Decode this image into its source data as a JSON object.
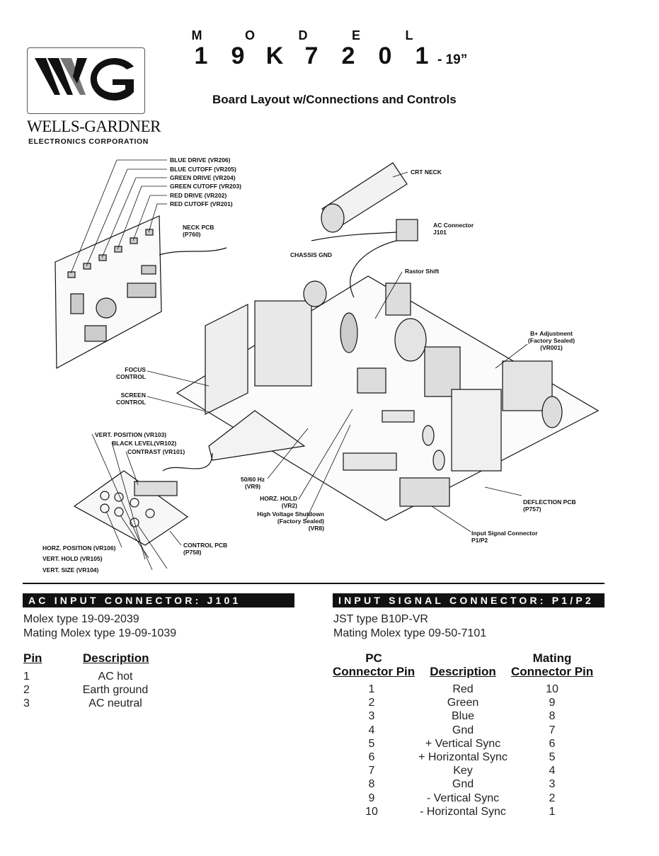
{
  "header": {
    "model_letters": [
      "M",
      "O",
      "D",
      "E",
      "L"
    ],
    "model_digits": [
      "1",
      "9",
      "K",
      "7",
      "2",
      "0",
      "1"
    ],
    "model_suffix": "- 19”",
    "title": "Board Layout w/Connections and Controls"
  },
  "company": {
    "name": "WELLS-GARDNER",
    "subtitle": "ELECTRONICS CORPORATION",
    "logo_lettering": "WG"
  },
  "diagram_labels": {
    "blue_drive": "BLUE DRIVE (VR206)",
    "blue_cutoff": "BLUE CUTOFF (VR205)",
    "green_drive": "GREEN DRIVE (VR204)",
    "green_cutoff": "GREEN CUTOFF (VR203)",
    "red_drive": "RED DRIVE (VR202)",
    "red_cutoff": "RED CUTOFF (VR201)",
    "neck_pcb": "NECK PCB\n(P760)",
    "crt_neck": "CRT NECK",
    "ac_connector": "AC Connector\nJ101",
    "chassis_gnd": "CHASSIS GND",
    "rastor_shift": "Rastor Shift",
    "b_plus": "B+ Adjustment\n(Factory Sealed)\n(VR001)",
    "focus": "FOCUS\nCONTROL",
    "screen": "SCREEN\nCONTROL",
    "vert_position": "VERT. POSITION (VR103)",
    "black_level": "BLACK LEVEL(VR102)",
    "contrast": "CONTRAST (VR101)",
    "hz": "50/60 Hz\n(VR9)",
    "horz_hold": "HORZ. HOLD\n(VR2)",
    "hv_shutdown": "High Voltage Shutdown\n(Factory Sealed)\n(VR8)",
    "deflection_pcb": "DEFLECTION PCB\n(P757)",
    "input_signal_connector": "Input Signal Connector\nP1/P2",
    "control_pcb": "CONTROL PCB\n(P758)",
    "horz_position": "HORZ. POSITION (VR106)",
    "vert_hold": "VERT. HOLD (VR105)",
    "vert_size": "VERT. SIZE (VR104)"
  },
  "ac_input": {
    "banner": "AC INPUT CONNECTOR: J101",
    "line1": "Molex type 19-09-2039",
    "line2": "Mating Molex type 19-09-1039",
    "headers": {
      "pin": "Pin",
      "description": "Description"
    },
    "rows": [
      {
        "pin": "1",
        "description": "AC hot"
      },
      {
        "pin": "2",
        "description": "Earth ground"
      },
      {
        "pin": "3",
        "description": "AC neutral"
      }
    ]
  },
  "input_signal": {
    "banner": "INPUT SIGNAL CONNECTOR: P1/P2",
    "line1": "JST type B10P-VR",
    "line2": "Mating Molex type 09-50-7101",
    "headers": {
      "pc_top": "PC",
      "pc_bottom": "Connector Pin",
      "description": "Description",
      "mating_top": "Mating",
      "mating_bottom": "Connector Pin"
    },
    "rows": [
      {
        "pc": "1",
        "description": "Red",
        "mating": "10"
      },
      {
        "pc": "2",
        "description": "Green",
        "mating": "9"
      },
      {
        "pc": "3",
        "description": "Blue",
        "mating": "8"
      },
      {
        "pc": "4",
        "description": "Gnd",
        "mating": "7"
      },
      {
        "pc": "5",
        "description": "+ Vertical Sync",
        "mating": "6"
      },
      {
        "pc": "6",
        "description": "+ Horizontal Sync",
        "mating": "5"
      },
      {
        "pc": "7",
        "description": "Key",
        "mating": "4"
      },
      {
        "pc": "8",
        "description": "Gnd",
        "mating": "3"
      },
      {
        "pc": "9",
        "description": "- Vertical Sync",
        "mating": "2"
      },
      {
        "pc": "10",
        "description": "- Horizontal Sync",
        "mating": "1"
      }
    ]
  }
}
